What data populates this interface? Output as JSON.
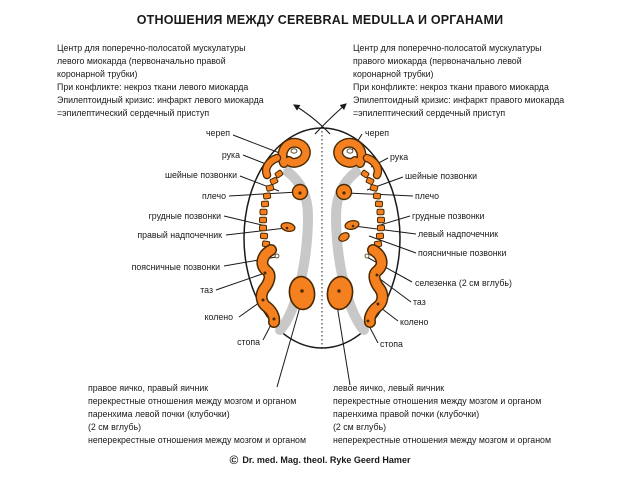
{
  "title": "ОТНОШЕНИЯ МЕЖДУ CEREBRAL MEDULLA И ОРГАНАМИ",
  "notes": {
    "top_left": [
      "Центр для поперечно-полосатой мускулатуры",
      "левого миокарда (первоначально правой",
      "коронарной трубки)",
      "При конфликте: некроз ткани левого миокарда",
      "Эпилептоидный кризис: инфаркт левого миокарда",
      "=эпилептический сердечный приступ"
    ],
    "top_right": [
      "Центр для поперечно-полосатой мускулатуры",
      "правого миокарда (первоначально левой",
      "коронарной трубки)",
      "При конфликте: некроз ткани правого миокарда",
      "Эпилептоидный кризис: инфаркт правого миокарда",
      "=эпилептический сердечный приступ"
    ],
    "bottom_left": [
      "правое яичко, правый яичник",
      "перекрестные отношения между мозгом и органом",
      "паренхима левой почки (клубочки)",
      "(2 см вглубь)",
      "неперекрестные отношения между мозгом и органом"
    ],
    "bottom_right": [
      "левое яичко, левый яичник",
      "перекрестные отношения между мозгом и органом",
      "паренхима правой почки (клубочки)",
      "(2 см вглубь)",
      "неперекрестные отношения между мозгом и органом"
    ]
  },
  "labels": {
    "left": [
      "череп",
      "рука",
      "шейные позвонки",
      "плечо",
      "грудные позвонки",
      "правый надпочечник",
      "поясничные позвонки",
      "таз",
      "колено",
      "стопа"
    ],
    "right": [
      "череп",
      "рука",
      "шейные позвонки",
      "плечо",
      "грудные позвонки",
      "левый надпочечник",
      "поясничные позвонки",
      "селезенка (2 см вглубь)",
      "таз",
      "колено",
      "стопа"
    ]
  },
  "footer": {
    "copyright_symbol": "©",
    "text": "Dr. med. Mag. theol. Ryke Geerd Hamer"
  },
  "colors": {
    "organ_orange": "#F5801F",
    "organ_outline": "#4A2A00",
    "medulla_gray": "#C8C8C8",
    "line_black": "#1a1a1a"
  }
}
